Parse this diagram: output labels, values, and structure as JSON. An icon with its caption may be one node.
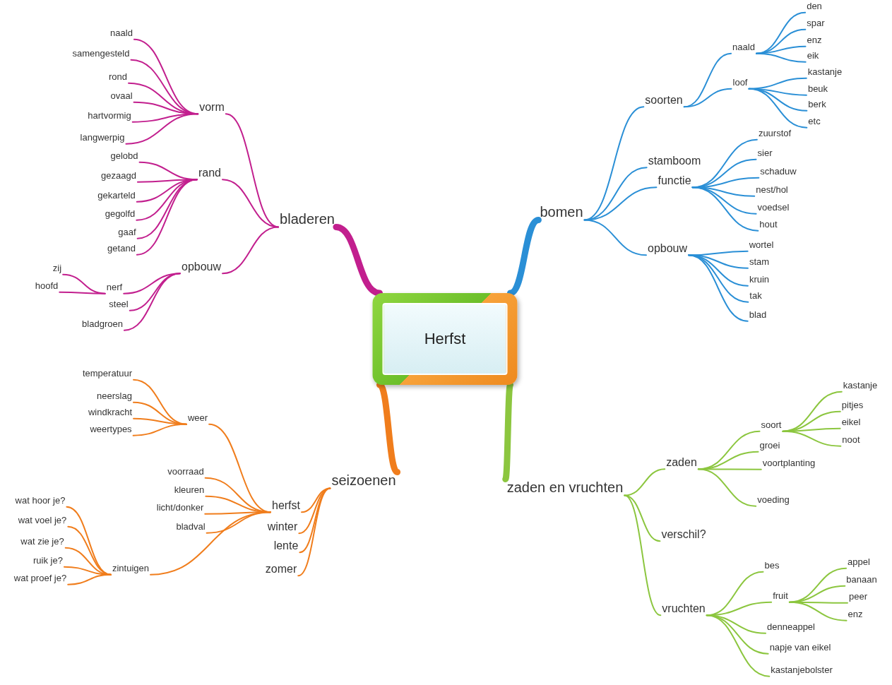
{
  "diagram": {
    "nodes": [
      {
        "text": [
          "Herfst"
        ]
      },
      {
        "text": [
          "bladeren"
        ]
      },
      {
        "text": [
          "vorm"
        ]
      },
      {
        "text": [
          "naald"
        ]
      },
      {
        "text": [
          "samengesteld"
        ]
      },
      {
        "text": [
          "rond"
        ]
      },
      {
        "text": [
          "ovaal"
        ]
      },
      {
        "text": [
          "hartvormig"
        ]
      },
      {
        "text": [
          "langwerpig"
        ]
      },
      {
        "text": [
          "rand"
        ]
      },
      {
        "text": [
          "gelobd"
        ]
      },
      {
        "text": [
          "gezaagd"
        ]
      },
      {
        "text": [
          "gekarteld"
        ]
      },
      {
        "text": [
          "gegolfd"
        ]
      },
      {
        "text": [
          "gaaf"
        ]
      },
      {
        "text": [
          "getand"
        ]
      },
      {
        "text": [
          "opbouw"
        ]
      },
      {
        "text": [
          "nerf"
        ]
      },
      {
        "text": [
          "zij"
        ]
      },
      {
        "text": [
          "hoofd"
        ]
      },
      {
        "text": [
          "steel"
        ]
      },
      {
        "text": [
          "bladgroen"
        ]
      },
      {
        "text": [
          "bomen"
        ]
      },
      {
        "text": [
          "soorten"
        ]
      },
      {
        "text": [
          "naald"
        ]
      },
      {
        "text": [
          "den"
        ]
      },
      {
        "text": [
          "spar"
        ]
      },
      {
        "text": [
          "enz"
        ]
      },
      {
        "text": [
          "eik"
        ]
      },
      {
        "text": [
          "loof"
        ]
      },
      {
        "text": [
          "kastanje"
        ]
      },
      {
        "text": [
          "beuk"
        ]
      },
      {
        "text": [
          "berk"
        ]
      },
      {
        "text": [
          "etc"
        ]
      },
      {
        "text": [
          "stamboom"
        ]
      },
      {
        "text": [
          "functie"
        ]
      },
      {
        "text": [
          "zuurstof"
        ]
      },
      {
        "text": [
          "sier"
        ]
      },
      {
        "text": [
          "schaduw"
        ]
      },
      {
        "text": [
          "nest/hol"
        ]
      },
      {
        "text": [
          "voedsel"
        ]
      },
      {
        "text": [
          "hout"
        ]
      },
      {
        "text": [
          "opbouw"
        ]
      },
      {
        "text": [
          "wortel"
        ]
      },
      {
        "text": [
          "stam"
        ]
      },
      {
        "text": [
          "kruin"
        ]
      },
      {
        "text": [
          "tak"
        ]
      },
      {
        "text": [
          "blad"
        ]
      },
      {
        "text": [
          "seizoenen"
        ]
      },
      {
        "text": [
          "herfst"
        ]
      },
      {
        "text": [
          "weer"
        ]
      },
      {
        "text": [
          "temperatuur"
        ]
      },
      {
        "text": [
          "neerslag"
        ]
      },
      {
        "text": [
          "windkracht"
        ]
      },
      {
        "text": [
          "weertypes"
        ]
      },
      {
        "text": [
          "voorraad"
        ]
      },
      {
        "text": [
          "kleuren"
        ]
      },
      {
        "text": [
          "licht/donker"
        ]
      },
      {
        "text": [
          "bladval"
        ]
      },
      {
        "text": [
          "zintuigen"
        ]
      },
      {
        "text": [
          "wat hoor je?"
        ]
      },
      {
        "text": [
          "wat voel je?"
        ]
      },
      {
        "text": [
          "wat zie je?"
        ]
      },
      {
        "text": [
          "ruik je?"
        ]
      },
      {
        "text": [
          "wat proef je?"
        ]
      },
      {
        "text": [
          "winter"
        ]
      },
      {
        "text": [
          "lente"
        ]
      },
      {
        "text": [
          "zomer"
        ]
      },
      {
        "text": [
          "zaden en vruchten"
        ]
      },
      {
        "text": [
          "zaden"
        ]
      },
      {
        "text": [
          "soort"
        ]
      },
      {
        "text": [
          "kastanje"
        ]
      },
      {
        "text": [
          "pitjes"
        ]
      },
      {
        "text": [
          "eikel"
        ]
      },
      {
        "text": [
          "noot"
        ]
      },
      {
        "text": [
          "groei"
        ]
      },
      {
        "text": [
          "voortplanting"
        ]
      },
      {
        "text": [
          "voeding"
        ]
      },
      {
        "text": [
          "verschil?"
        ]
      },
      {
        "text": [
          "vruchten"
        ]
      },
      {
        "text": [
          "bes"
        ]
      },
      {
        "text": [
          "fruit"
        ]
      },
      {
        "text": [
          "appel"
        ]
      },
      {
        "text": [
          "banaan"
        ]
      },
      {
        "text": [
          "peer"
        ]
      },
      {
        "text": [
          "enz"
        ]
      },
      {
        "text": [
          "denneappel"
        ]
      },
      {
        "text": [
          "napje van eikel"
        ]
      },
      {
        "text": [
          "kastanjebolster"
        ]
      }
    ],
    "edges": [
      {
        "from": 0,
        "to": 1,
        "arrow": "none",
        "style": "thick",
        "color": "#c21f8e"
      },
      {
        "from": 1,
        "to": 2,
        "arrow": "none",
        "color": "#c21f8e"
      },
      {
        "from": 2,
        "to": 3,
        "arrow": "none",
        "color": "#c21f8e"
      },
      {
        "from": 2,
        "to": 4,
        "arrow": "none",
        "color": "#c21f8e"
      },
      {
        "from": 2,
        "to": 5,
        "arrow": "none",
        "color": "#c21f8e"
      },
      {
        "from": 2,
        "to": 6,
        "arrow": "none",
        "color": "#c21f8e"
      },
      {
        "from": 2,
        "to": 7,
        "arrow": "none",
        "color": "#c21f8e"
      },
      {
        "from": 2,
        "to": 8,
        "arrow": "none",
        "color": "#c21f8e"
      },
      {
        "from": 1,
        "to": 9,
        "arrow": "none",
        "color": "#c21f8e"
      },
      {
        "from": 9,
        "to": 10,
        "arrow": "none",
        "color": "#c21f8e"
      },
      {
        "from": 9,
        "to": 11,
        "arrow": "none",
        "color": "#c21f8e"
      },
      {
        "from": 9,
        "to": 12,
        "arrow": "none",
        "color": "#c21f8e"
      },
      {
        "from": 9,
        "to": 13,
        "arrow": "none",
        "color": "#c21f8e"
      },
      {
        "from": 9,
        "to": 14,
        "arrow": "none",
        "color": "#c21f8e"
      },
      {
        "from": 9,
        "to": 15,
        "arrow": "none",
        "color": "#c21f8e"
      },
      {
        "from": 1,
        "to": 16,
        "arrow": "none",
        "color": "#c21f8e"
      },
      {
        "from": 16,
        "to": 17,
        "arrow": "none",
        "color": "#c21f8e"
      },
      {
        "from": 17,
        "to": 18,
        "arrow": "none",
        "color": "#c21f8e"
      },
      {
        "from": 17,
        "to": 19,
        "arrow": "none",
        "color": "#c21f8e"
      },
      {
        "from": 16,
        "to": 20,
        "arrow": "none",
        "color": "#c21f8e"
      },
      {
        "from": 16,
        "to": 21,
        "arrow": "none",
        "color": "#c21f8e"
      },
      {
        "from": 0,
        "to": 22,
        "arrow": "none",
        "style": "thick",
        "color": "#2a8fd6"
      },
      {
        "from": 22,
        "to": 23,
        "arrow": "none",
        "color": "#2a8fd6"
      },
      {
        "from": 23,
        "to": 24,
        "arrow": "none",
        "color": "#2a8fd6"
      },
      {
        "from": 24,
        "to": 25,
        "arrow": "none",
        "color": "#2a8fd6"
      },
      {
        "from": 24,
        "to": 26,
        "arrow": "none",
        "color": "#2a8fd6"
      },
      {
        "from": 24,
        "to": 27,
        "arrow": "none",
        "color": "#2a8fd6"
      },
      {
        "from": 24,
        "to": 28,
        "arrow": "none",
        "color": "#2a8fd6"
      },
      {
        "from": 23,
        "to": 29,
        "arrow": "none",
        "color": "#2a8fd6"
      },
      {
        "from": 29,
        "to": 30,
        "arrow": "none",
        "color": "#2a8fd6"
      },
      {
        "from": 29,
        "to": 31,
        "arrow": "none",
        "color": "#2a8fd6"
      },
      {
        "from": 29,
        "to": 32,
        "arrow": "none",
        "color": "#2a8fd6"
      },
      {
        "from": 29,
        "to": 33,
        "arrow": "none",
        "color": "#2a8fd6"
      },
      {
        "from": 22,
        "to": 34,
        "arrow": "none",
        "color": "#2a8fd6"
      },
      {
        "from": 22,
        "to": 35,
        "arrow": "none",
        "color": "#2a8fd6"
      },
      {
        "from": 35,
        "to": 36,
        "arrow": "none",
        "color": "#2a8fd6"
      },
      {
        "from": 35,
        "to": 37,
        "arrow": "none",
        "color": "#2a8fd6"
      },
      {
        "from": 35,
        "to": 38,
        "arrow": "none",
        "color": "#2a8fd6"
      },
      {
        "from": 35,
        "to": 39,
        "arrow": "none",
        "color": "#2a8fd6"
      },
      {
        "from": 35,
        "to": 40,
        "arrow": "none",
        "color": "#2a8fd6"
      },
      {
        "from": 35,
        "to": 41,
        "arrow": "none",
        "color": "#2a8fd6"
      },
      {
        "from": 22,
        "to": 42,
        "arrow": "none",
        "color": "#2a8fd6"
      },
      {
        "from": 42,
        "to": 43,
        "arrow": "none",
        "color": "#2a8fd6"
      },
      {
        "from": 42,
        "to": 44,
        "arrow": "none",
        "color": "#2a8fd6"
      },
      {
        "from": 42,
        "to": 45,
        "arrow": "none",
        "color": "#2a8fd6"
      },
      {
        "from": 42,
        "to": 46,
        "arrow": "none",
        "color": "#2a8fd6"
      },
      {
        "from": 42,
        "to": 47,
        "arrow": "none",
        "color": "#2a8fd6"
      },
      {
        "from": 0,
        "to": 48,
        "arrow": "none",
        "style": "thick",
        "color": "#f07d1c"
      },
      {
        "from": 48,
        "to": 49,
        "arrow": "none",
        "color": "#f07d1c"
      },
      {
        "from": 49,
        "to": 50,
        "arrow": "none",
        "color": "#f07d1c"
      },
      {
        "from": 50,
        "to": 51,
        "arrow": "none",
        "color": "#f07d1c"
      },
      {
        "from": 50,
        "to": 52,
        "arrow": "none",
        "color": "#f07d1c"
      },
      {
        "from": 50,
        "to": 53,
        "arrow": "none",
        "color": "#f07d1c"
      },
      {
        "from": 50,
        "to": 54,
        "arrow": "none",
        "color": "#f07d1c"
      },
      {
        "from": 49,
        "to": 55,
        "arrow": "none",
        "color": "#f07d1c"
      },
      {
        "from": 49,
        "to": 56,
        "arrow": "none",
        "color": "#f07d1c"
      },
      {
        "from": 49,
        "to": 57,
        "arrow": "none",
        "color": "#f07d1c"
      },
      {
        "from": 49,
        "to": 58,
        "arrow": "none",
        "color": "#f07d1c"
      },
      {
        "from": 49,
        "to": 59,
        "arrow": "none",
        "color": "#f07d1c"
      },
      {
        "from": 59,
        "to": 60,
        "arrow": "none",
        "color": "#f07d1c"
      },
      {
        "from": 59,
        "to": 61,
        "arrow": "none",
        "color": "#f07d1c"
      },
      {
        "from": 59,
        "to": 62,
        "arrow": "none",
        "color": "#f07d1c"
      },
      {
        "from": 59,
        "to": 63,
        "arrow": "none",
        "color": "#f07d1c"
      },
      {
        "from": 59,
        "to": 64,
        "arrow": "none",
        "color": "#f07d1c"
      },
      {
        "from": 48,
        "to": 65,
        "arrow": "none",
        "color": "#f07d1c"
      },
      {
        "from": 48,
        "to": 66,
        "arrow": "none",
        "color": "#f07d1c"
      },
      {
        "from": 48,
        "to": 67,
        "arrow": "none",
        "color": "#f07d1c"
      },
      {
        "from": 0,
        "to": 68,
        "arrow": "none",
        "style": "thick",
        "color": "#8cc63f"
      },
      {
        "from": 68,
        "to": 69,
        "arrow": "none",
        "color": "#8cc63f"
      },
      {
        "from": 69,
        "to": 70,
        "arrow": "none",
        "color": "#8cc63f"
      },
      {
        "from": 70,
        "to": 71,
        "arrow": "none",
        "color": "#8cc63f"
      },
      {
        "from": 70,
        "to": 72,
        "arrow": "none",
        "color": "#8cc63f"
      },
      {
        "from": 70,
        "to": 73,
        "arrow": "none",
        "color": "#8cc63f"
      },
      {
        "from": 70,
        "to": 74,
        "arrow": "none",
        "color": "#8cc63f"
      },
      {
        "from": 69,
        "to": 75,
        "arrow": "none",
        "color": "#8cc63f"
      },
      {
        "from": 69,
        "to": 76,
        "arrow": "none",
        "color": "#8cc63f"
      },
      {
        "from": 69,
        "to": 77,
        "arrow": "none",
        "color": "#8cc63f"
      },
      {
        "from": 68,
        "to": 78,
        "arrow": "none",
        "color": "#8cc63f"
      },
      {
        "from": 68,
        "to": 79,
        "arrow": "none",
        "color": "#8cc63f"
      },
      {
        "from": 79,
        "to": 80,
        "arrow": "none",
        "color": "#8cc63f"
      },
      {
        "from": 79,
        "to": 81,
        "arrow": "none",
        "color": "#8cc63f"
      },
      {
        "from": 81,
        "to": 82,
        "arrow": "none",
        "color": "#8cc63f"
      },
      {
        "from": 81,
        "to": 83,
        "arrow": "none",
        "color": "#8cc63f"
      },
      {
        "from": 81,
        "to": 84,
        "arrow": "none",
        "color": "#8cc63f"
      },
      {
        "from": 81,
        "to": 85,
        "arrow": "none",
        "color": "#8cc63f"
      },
      {
        "from": 79,
        "to": 86,
        "arrow": "none",
        "color": "#8cc63f"
      },
      {
        "from": 79,
        "to": 87,
        "arrow": "none",
        "color": "#8cc63f"
      },
      {
        "from": 79,
        "to": 88,
        "arrow": "none",
        "color": "#8cc63f"
      }
    ]
  }
}
